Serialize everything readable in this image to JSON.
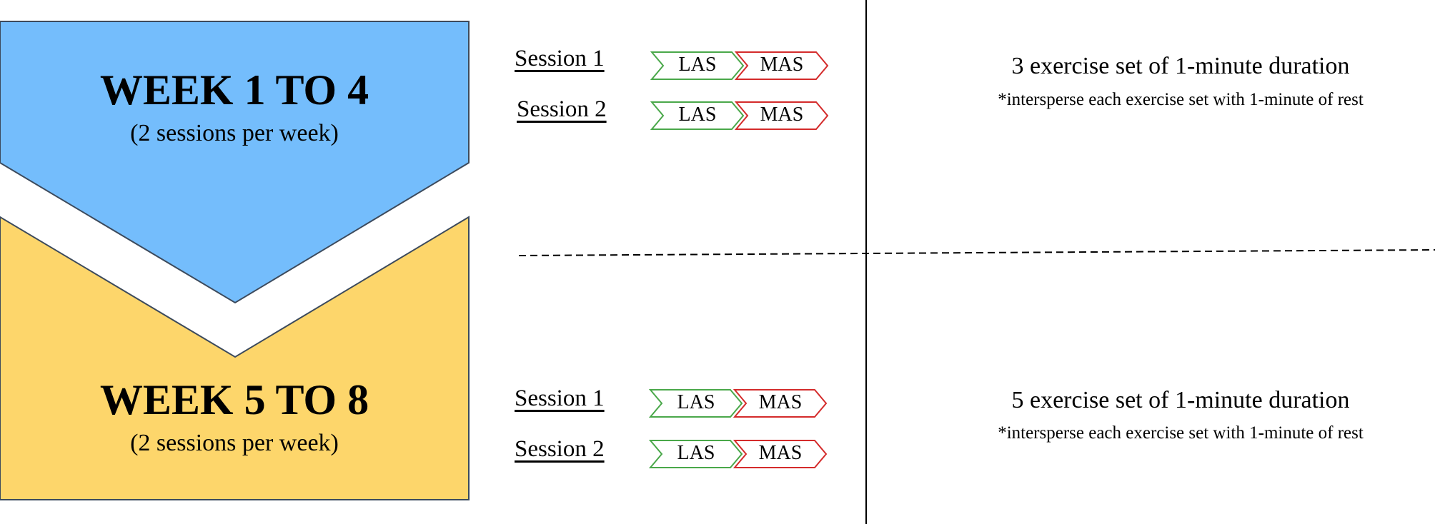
{
  "colors": {
    "phase1_fill": "#74bdfc",
    "phase2_fill": "#fdd66b",
    "las_stroke": "#4aa84a",
    "mas_stroke": "#d42b2b",
    "divider": "#000000"
  },
  "phases": [
    {
      "title": "WEEK 1 TO 4",
      "subtitle": "(2 sessions  per week)",
      "sessions": [
        {
          "label": "Session 1",
          "steps": [
            "LAS",
            "MAS"
          ]
        },
        {
          "label": "Session 2",
          "steps": [
            "LAS",
            "MAS"
          ]
        }
      ],
      "duration": "3 exercise  set of 1-minute  duration",
      "note": "*intersperse each exercise  set with 1-minute of rest"
    },
    {
      "title": "WEEK 5 TO 8",
      "subtitle": "(2 sessions  per week)",
      "sessions": [
        {
          "label": "Session 1",
          "steps": [
            "LAS",
            "MAS"
          ]
        },
        {
          "label": "Session 2",
          "steps": [
            "LAS",
            "MAS"
          ]
        }
      ],
      "duration": "5 exercise  set of 1-minute  duration",
      "note": "*intersperse each exercise  set with 1-minute of rest"
    }
  ]
}
